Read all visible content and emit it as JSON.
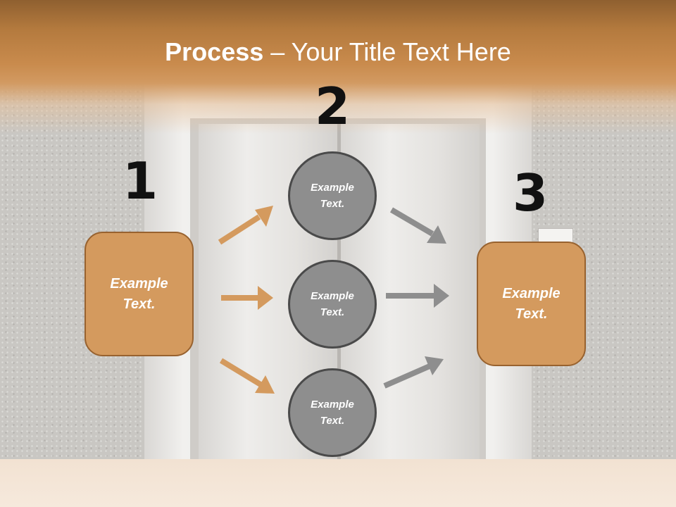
{
  "slide": {
    "title_bold": "Process",
    "title_rest": " – Your Title Text Here"
  },
  "steps": [
    {
      "number": "1",
      "label": "Example Text."
    },
    {
      "number": "2",
      "labels": [
        "Example Text.",
        "Example Text.",
        "Example Text."
      ]
    },
    {
      "number": "3",
      "label": "Example Text."
    }
  ],
  "colors": {
    "box_fill": "#d49a5e",
    "box_border": "#98622f",
    "circle_fill": "#8e8e8e",
    "circle_border": "#4a4a4a",
    "arrow_orange": "#d49a5e",
    "arrow_gray": "#8e8e8e",
    "banner": "#c98b4d"
  }
}
